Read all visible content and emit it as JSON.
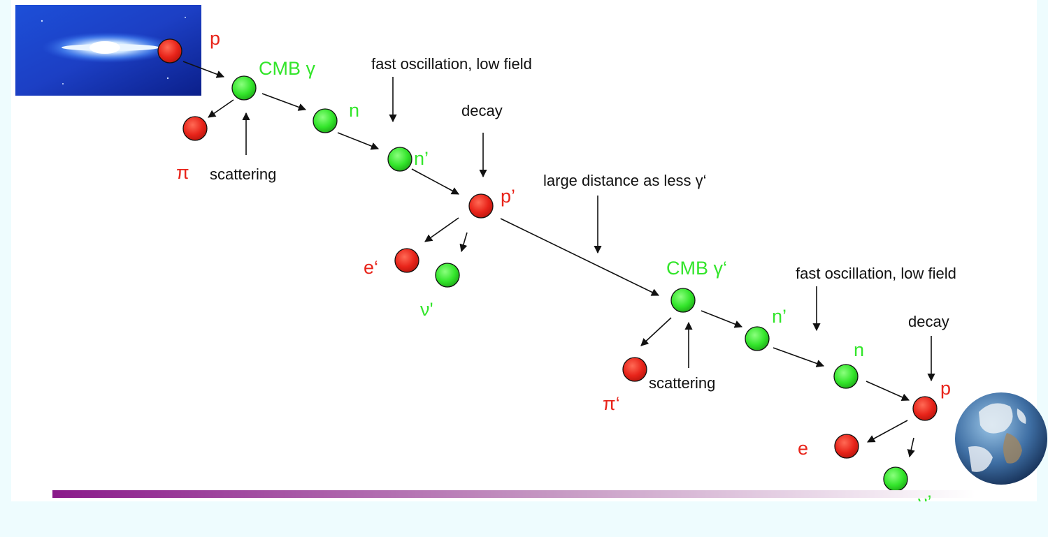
{
  "colors": {
    "background": "#eefcfe",
    "panel": "#ffffff",
    "red_particle": "#e8241a",
    "green_particle": "#33e52b",
    "label_red": "#e8241a",
    "label_green": "#33e52b",
    "arrow": "#111111",
    "bar_start": "#8a1a8a",
    "bar_end": "#ffffff"
  },
  "images": {
    "galaxy": "galaxy-image",
    "earth": "earth-image"
  },
  "labels": {
    "p1": "p",
    "cmb1": "CMB γ",
    "pi1": "π",
    "scattering1": "scattering",
    "n1": "n",
    "fast1": "fast oscillation, low field",
    "nprime1": "n’",
    "decay1": "decay",
    "pprime1": "p’",
    "large_distance": "large distance as less γ‘",
    "eprime": "e‘",
    "nuprime1": "ν'",
    "cmb2": "CMB γ‘",
    "fast2": "fast oscillation, low field",
    "nprime2": "n’",
    "decay2": "decay",
    "pi2": "π‘",
    "scattering2": "scattering",
    "n2": "n",
    "p2": "p",
    "e2": "e",
    "nuprime2": "ν’"
  }
}
